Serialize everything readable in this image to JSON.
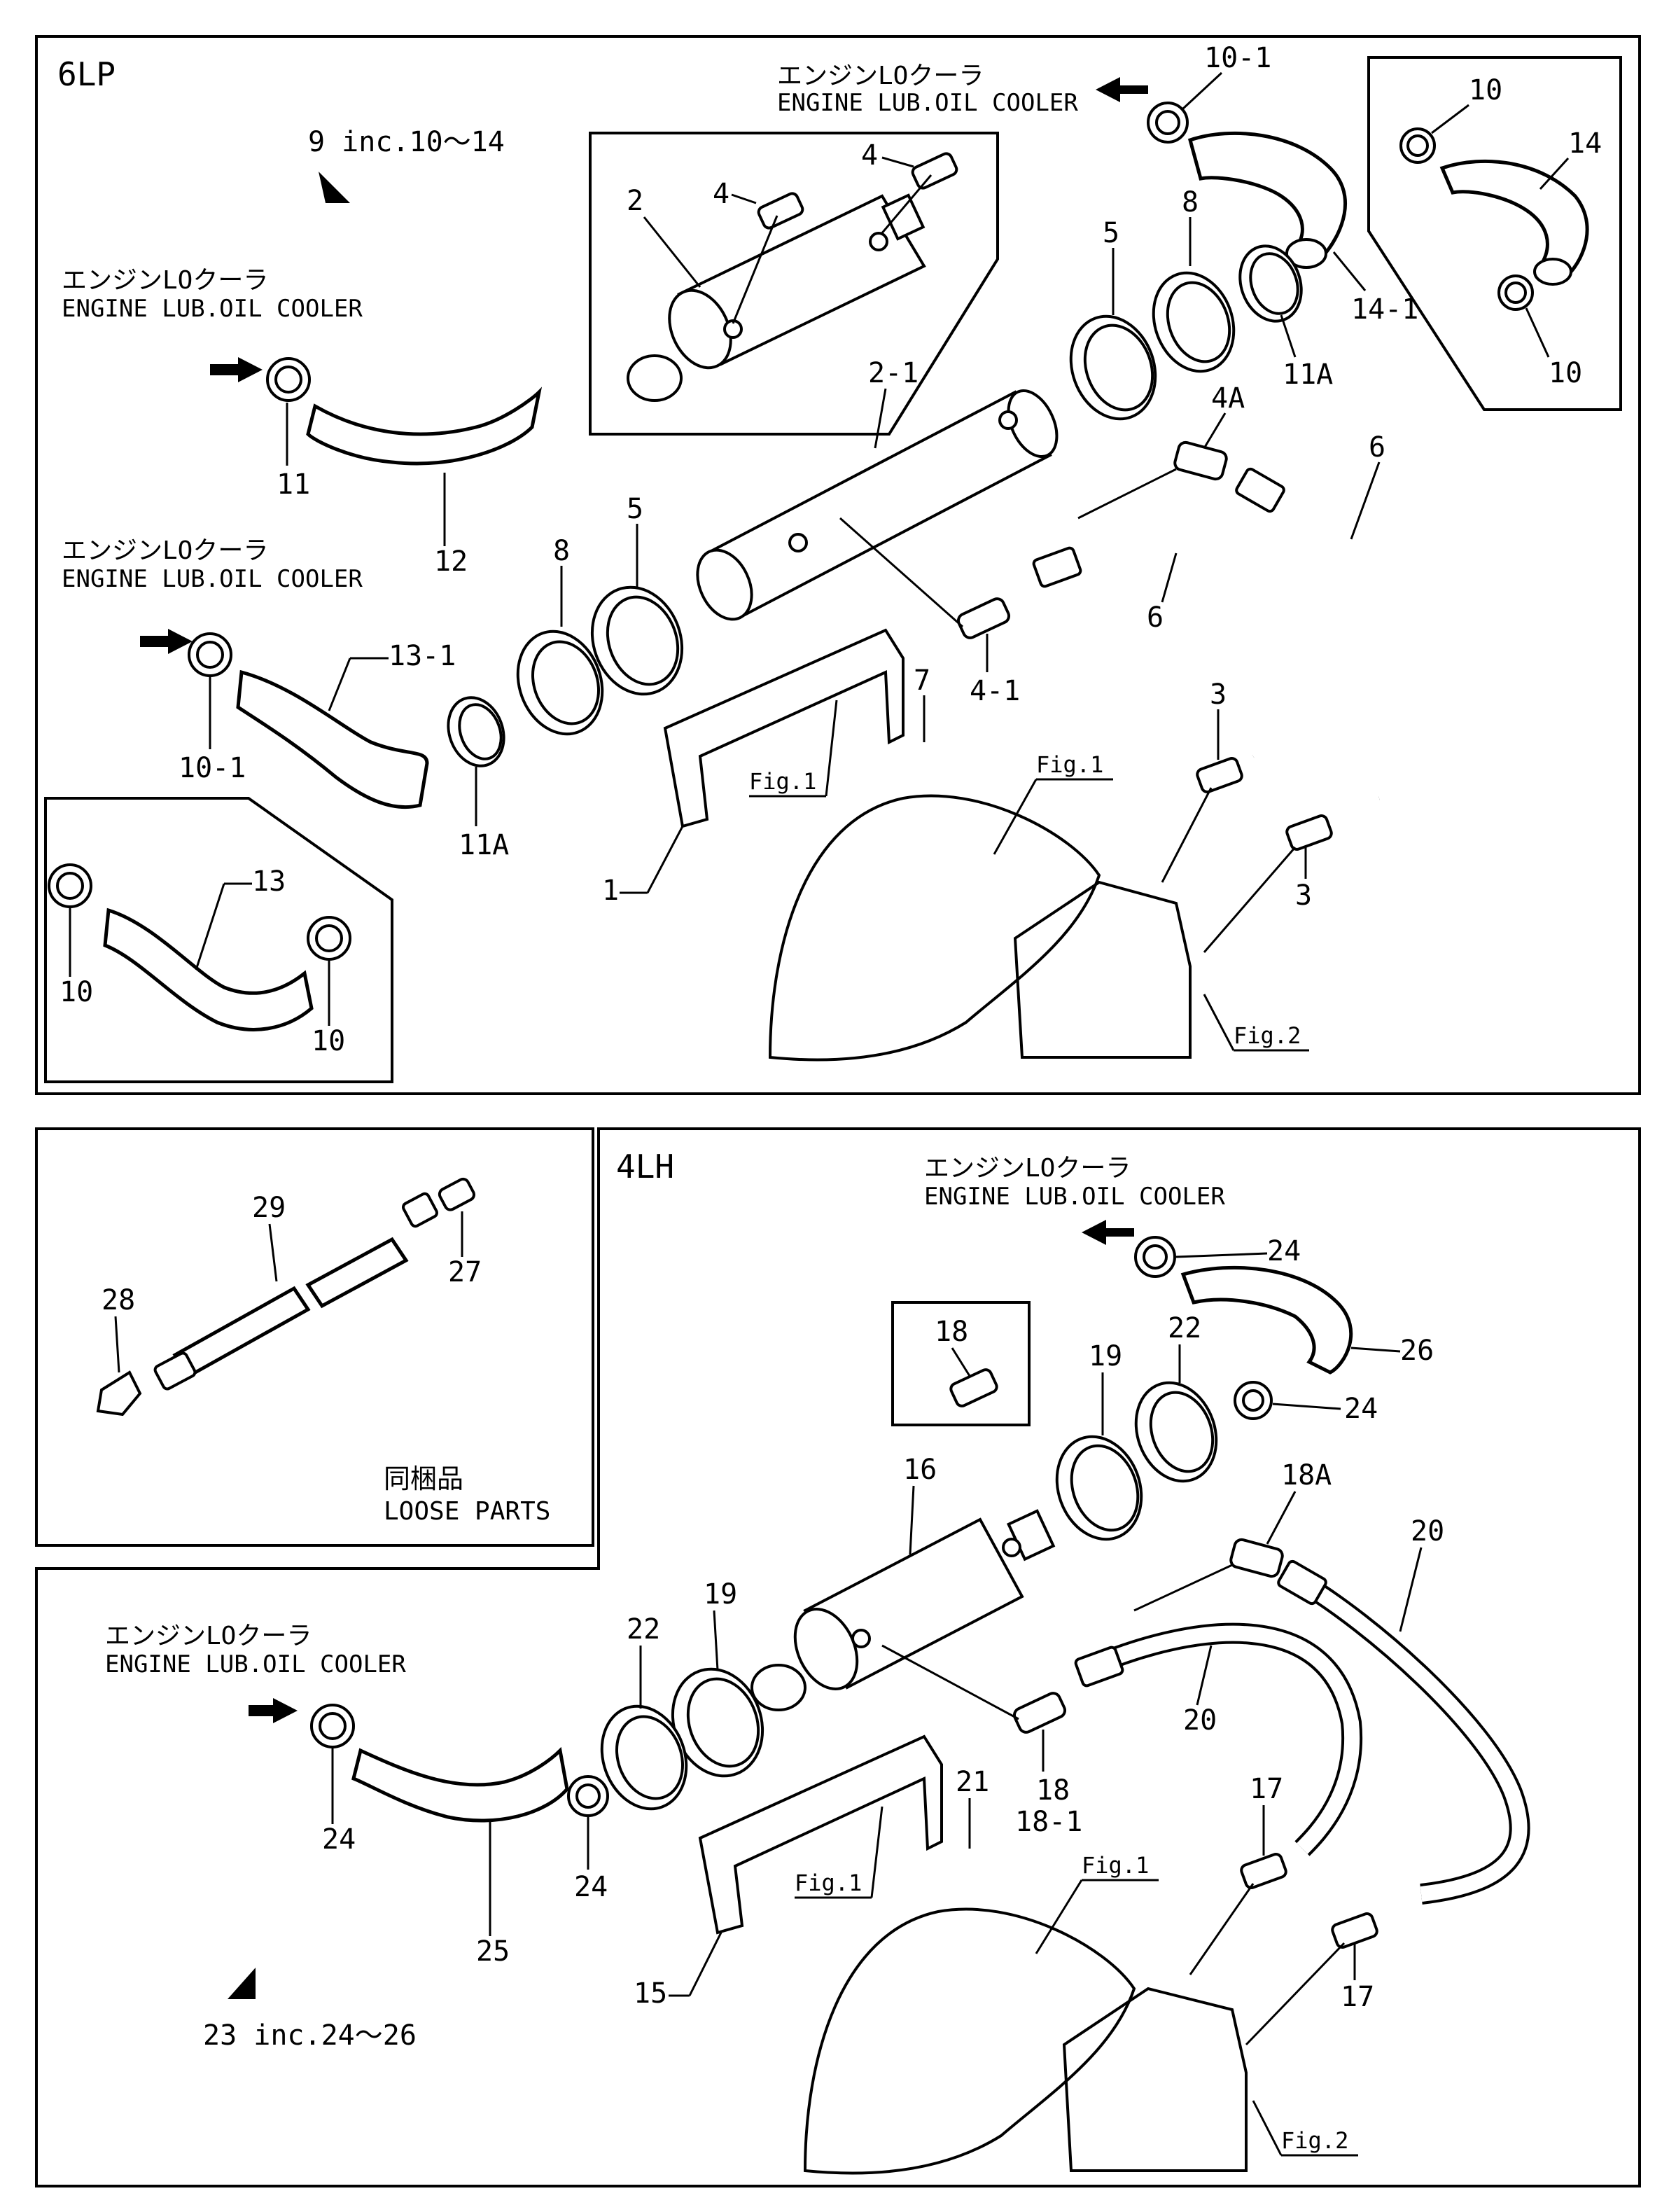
{
  "top_panel": {
    "title": "6LP",
    "assembly_note": "9 inc.10～14",
    "cooler_callouts": [
      {
        "ja": "エンジンLOクーラ",
        "en": "ENGINE LUB.OIL COOLER"
      },
      {
        "ja": "エンジンLOクーラ",
        "en": "ENGINE LUB.OIL COOLER"
      },
      {
        "ja": "エンジンLOクーラ",
        "en": "ENGINE LUB.OIL COOLER"
      }
    ],
    "part_labels": [
      "10-1",
      "10",
      "14",
      "14-1",
      "10",
      "8",
      "5",
      "11A",
      "2",
      "4",
      "4",
      "2-1",
      "4A",
      "6",
      "12",
      "11",
      "5",
      "8",
      "6",
      "4-1",
      "7",
      "3",
      "3",
      "13-1",
      "10-1",
      "11A",
      "1",
      "13",
      "10",
      "10"
    ],
    "fig_labels": [
      "Fig.1",
      "Fig.1",
      "Fig.2"
    ]
  },
  "loose_parts": {
    "part_labels": [
      "29",
      "27",
      "28"
    ],
    "ja": "同梱品",
    "en": "LOOSE PARTS"
  },
  "bottom_panel": {
    "title": "4LH",
    "assembly_note": "23 inc.24～26",
    "cooler_callouts": [
      {
        "ja": "エンジンLOクーラ",
        "en": "ENGINE LUB.OIL COOLER"
      },
      {
        "ja": "エンジンLOクーラ",
        "en": "ENGINE LUB.OIL COOLER"
      }
    ],
    "part_labels": [
      "24",
      "26",
      "24",
      "18",
      "22",
      "19",
      "18A",
      "20",
      "16",
      "19",
      "22",
      "20",
      "18",
      "18-1",
      "21",
      "17",
      "17",
      "24",
      "24",
      "25",
      "15"
    ],
    "fig_labels": [
      "Fig.1",
      "Fig.1",
      "Fig.2"
    ]
  }
}
